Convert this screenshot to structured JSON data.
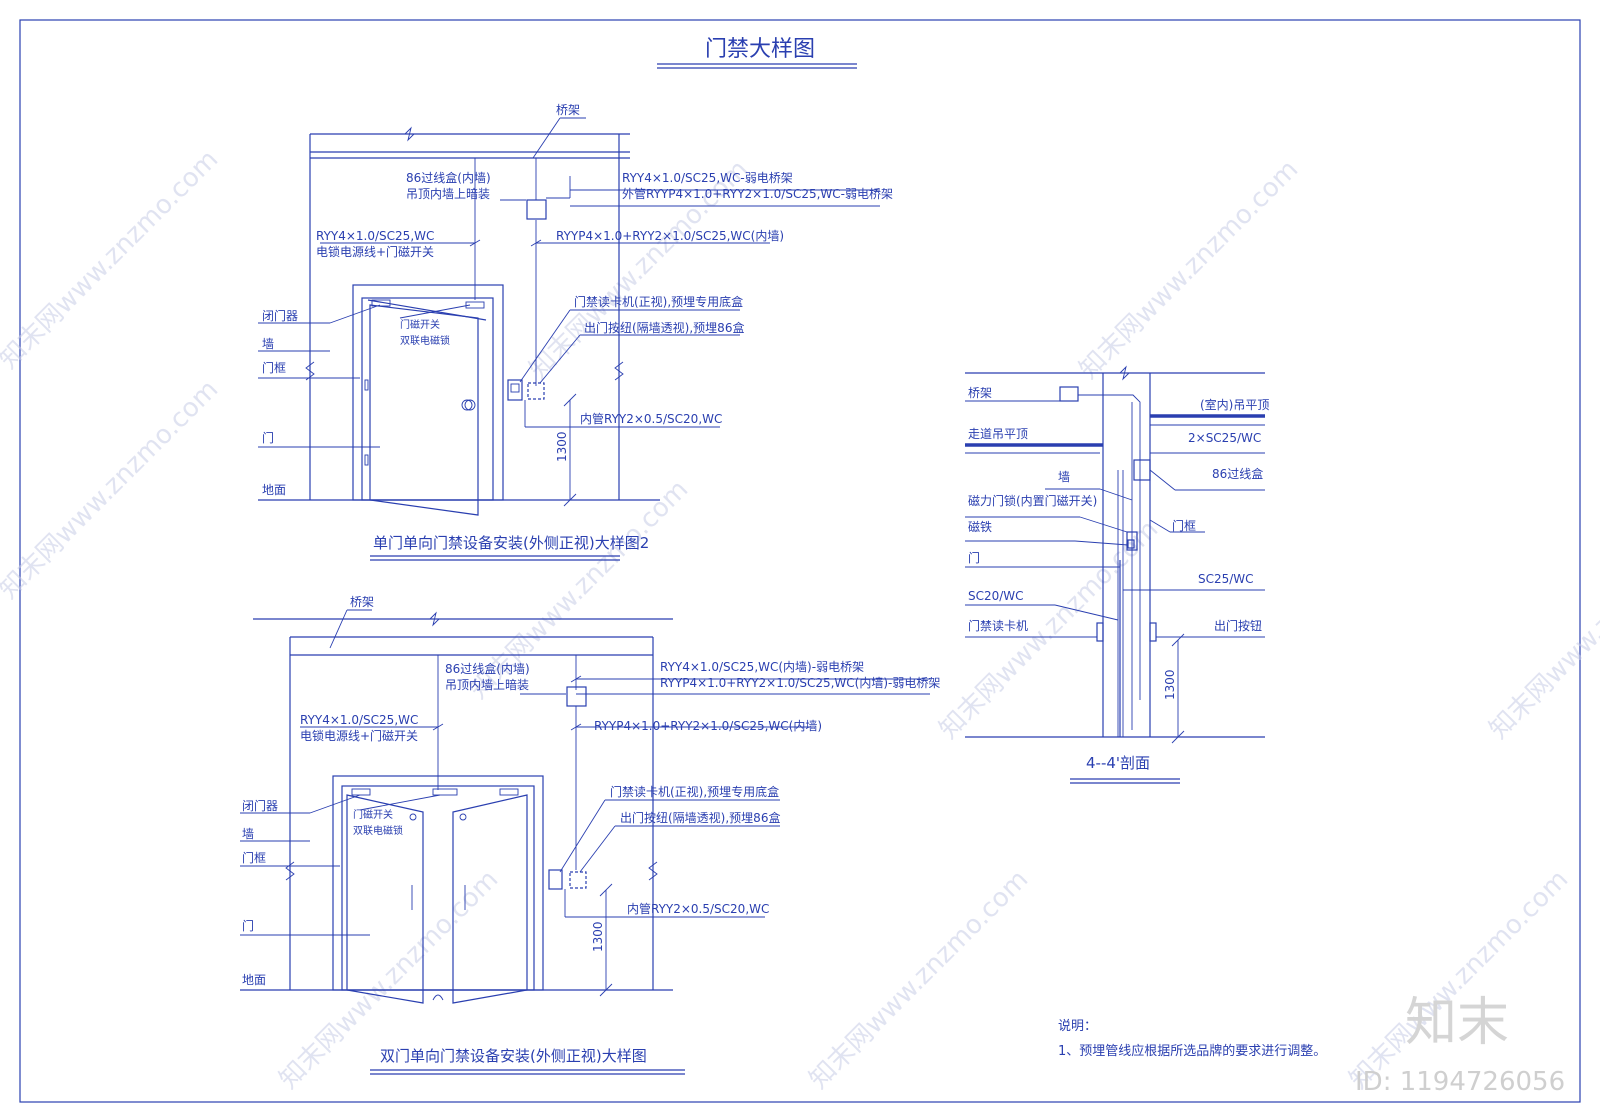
{
  "sheet_title": "门禁大样图",
  "single_door": {
    "bridge": "桥架",
    "box_label_1": "86过线盒(内墙)",
    "box_label_2": "吊顶内墙上暗装",
    "cable_top_1": "RYY4×1.0/SC25,WC-弱电桥架",
    "cable_top_2": "外管RYYP4×1.0+RYY2×1.0/SC25,WC-弱电桥架",
    "cable_left_1": "RYY4×1.0/SC25,WC",
    "cable_left_2": "电锁电源线+门磁开关",
    "cable_mid": "RYYP4×1.0+RYY2×1.0/SC25,WC(内墙)",
    "closer": "闭门器",
    "wall": "墙",
    "frame": "门框",
    "door": "门",
    "floor": "地面",
    "lock_1": "门磁开关",
    "lock_2": "双联电磁锁",
    "reader": "门禁读卡机(正视),预埋专用底盒",
    "button": "出门按纽(隔墙透视),预埋86盒",
    "inner_pipe": "内管RYY2×0.5/SC20,WC",
    "dim": "1300",
    "caption": "单门单向门禁设备安装(外侧正视)大样图2"
  },
  "double_door": {
    "bridge": "桥架",
    "box_label_1": "86过线盒(内墙)",
    "box_label_2": "吊顶内墙上暗装",
    "cable_top_1": "RYY4×1.0/SC25,WC(内墙)-弱电桥架",
    "cable_top_2": "RYYP4×1.0+RYY2×1.0/SC25,WC(内墙)-弱电桥架",
    "cable_left_1": "RYY4×1.0/SC25,WC",
    "cable_left_2": "电锁电源线+门磁开关",
    "cable_mid": "RYYP4×1.0+RYY2×1.0/SC25,WC(内墙)",
    "closer": "闭门器",
    "wall": "墙",
    "frame": "门框",
    "door": "门",
    "floor": "地面",
    "lock_1": "门磁开关",
    "lock_2": "双联电磁锁",
    "reader": "门禁读卡机(正视),预埋专用底盒",
    "button": "出门按纽(隔墙透视),预埋86盒",
    "inner_pipe": "内管RYY2×0.5/SC20,WC",
    "dim": "1300",
    "caption": "双门单向门禁设备安装(外侧正视)大样图"
  },
  "section": {
    "bridge": "桥架",
    "ceiling_in": "(室内)吊平顶",
    "ceiling_corr": "走道吊平顶",
    "pipe_2sc25": "2×SC25/WC",
    "box86": "86过线盒",
    "wall": "墙",
    "maglock": "磁力门锁(内置门磁开关)",
    "magnet": "磁铁",
    "frame": "门框",
    "door": "门",
    "sc20": "SC20/WC",
    "sc25": "SC25/WC",
    "reader": "门禁读卡机",
    "button": "出门按钮",
    "dim": "1300",
    "caption": "4--4'剖面"
  },
  "notes": {
    "heading": "说明：",
    "item1": "1、预埋管线应根据所选品牌的要求进行调整。"
  },
  "watermark": {
    "brand": "知末",
    "id_text": "ID: 1194726056",
    "tile": "知末网www.znzmo.com"
  }
}
